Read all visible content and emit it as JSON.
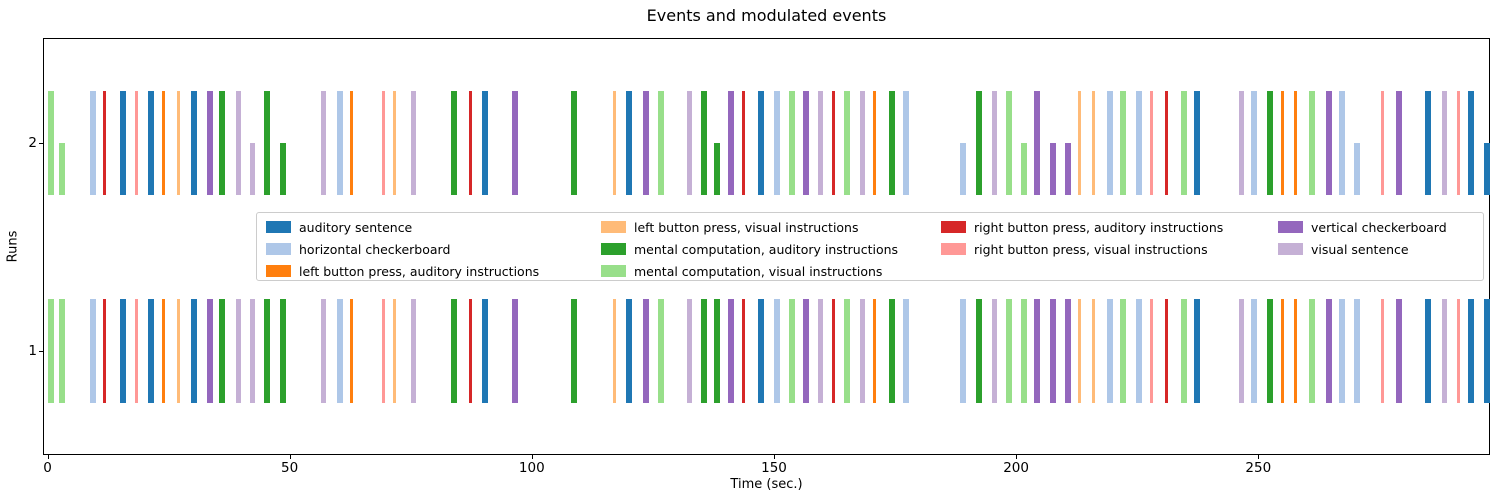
{
  "figure": {
    "title": "Events and modulated events",
    "xlabel": "Time (sec.)",
    "ylabel": "Runs",
    "xticklabels": [
      "0",
      "50",
      "100",
      "150",
      "200",
      "250"
    ],
    "yticklabels_top_to_bottom": [
      "2",
      "1"
    ]
  },
  "legend": {
    "items": [
      {
        "label": "auditory sentence",
        "color": "#1f77b4"
      },
      {
        "label": "horizontal checkerboard",
        "color": "#aec7e8"
      },
      {
        "label": "left button press, auditory instructions",
        "color": "#ff7f0e"
      },
      {
        "label": "left button press, visual instructions",
        "color": "#ffbb78"
      },
      {
        "label": "mental computation, auditory instructions",
        "color": "#2ca02c"
      },
      {
        "label": "mental computation, visual instructions",
        "color": "#98df8a"
      },
      {
        "label": "right button press, auditory instructions",
        "color": "#d62728"
      },
      {
        "label": "right button press, visual instructions",
        "color": "#ff9896"
      },
      {
        "label": "vertical checkerboard",
        "color": "#9467bd"
      },
      {
        "label": "visual sentence",
        "color": "#c5b0d5"
      }
    ]
  },
  "chart_data": {
    "type": "bar",
    "subtype": "event-timeline",
    "title": "Events and modulated events",
    "xlabel": "Time (sec.)",
    "ylabel": "Runs",
    "xticks": [
      0,
      50,
      100,
      150,
      200,
      250
    ],
    "xlim": [
      -1,
      298
    ],
    "runs_bottom_to_top": [
      "1",
      "2"
    ],
    "conditions": [
      "auditory sentence",
      "horizontal checkerboard",
      "left button press, auditory instructions",
      "left button press, visual instructions",
      "mental computation, auditory instructions",
      "mental computation, visual instructions",
      "right button press, auditory instructions",
      "right button press, visual instructions",
      "vertical checkerboard",
      "visual sentence"
    ],
    "condition_colors": [
      "#1f77b4",
      "#aec7e8",
      "#ff7f0e",
      "#ffbb78",
      "#2ca02c",
      "#98df8a",
      "#d62728",
      "#ff9896",
      "#9467bd",
      "#c5b0d5"
    ],
    "condition_duration_sec": [
      1,
      1,
      0,
      0,
      1,
      1,
      0,
      0,
      1,
      1
    ],
    "events_onset_condidx": [
      [
        0.0,
        5
      ],
      [
        2.4,
        5
      ],
      [
        8.7,
        1
      ],
      [
        11.4,
        6
      ],
      [
        15.0,
        0
      ],
      [
        18.0,
        7
      ],
      [
        20.7,
        0
      ],
      [
        23.7,
        2
      ],
      [
        26.7,
        3
      ],
      [
        29.7,
        0
      ],
      [
        33.0,
        8
      ],
      [
        35.4,
        4
      ],
      [
        39.0,
        9
      ],
      [
        41.7,
        9
      ],
      [
        44.7,
        4
      ],
      [
        48.0,
        4
      ],
      [
        56.4,
        9
      ],
      [
        59.7,
        1
      ],
      [
        62.4,
        2
      ],
      [
        69.0,
        7
      ],
      [
        71.4,
        3
      ],
      [
        75.0,
        9
      ],
      [
        83.4,
        4
      ],
      [
        87.0,
        6
      ],
      [
        89.7,
        0
      ],
      [
        96.0,
        8
      ],
      [
        108.0,
        4
      ],
      [
        116.7,
        3
      ],
      [
        119.4,
        0
      ],
      [
        123.0,
        8
      ],
      [
        126.0,
        5
      ],
      [
        132.0,
        9
      ],
      [
        135.0,
        4
      ],
      [
        137.7,
        4
      ],
      [
        140.4,
        8
      ],
      [
        143.4,
        6
      ],
      [
        146.7,
        0
      ],
      [
        150.0,
        1
      ],
      [
        153.0,
        5
      ],
      [
        156.0,
        8
      ],
      [
        159.0,
        9
      ],
      [
        162.0,
        6
      ],
      [
        164.4,
        5
      ],
      [
        167.7,
        9
      ],
      [
        170.4,
        2
      ],
      [
        173.7,
        4
      ],
      [
        176.7,
        1
      ],
      [
        188.4,
        1
      ],
      [
        191.7,
        4
      ],
      [
        195.0,
        9
      ],
      [
        198.0,
        5
      ],
      [
        201.0,
        5
      ],
      [
        203.7,
        8
      ],
      [
        207.0,
        8
      ],
      [
        210.0,
        8
      ],
      [
        212.7,
        3
      ],
      [
        215.7,
        3
      ],
      [
        218.7,
        1
      ],
      [
        221.4,
        5
      ],
      [
        224.7,
        1
      ],
      [
        227.7,
        7
      ],
      [
        230.7,
        6
      ],
      [
        234.0,
        5
      ],
      [
        236.7,
        0
      ],
      [
        246.0,
        9
      ],
      [
        248.4,
        1
      ],
      [
        251.7,
        4
      ],
      [
        254.7,
        2
      ],
      [
        257.4,
        2
      ],
      [
        260.4,
        5
      ],
      [
        264.0,
        8
      ],
      [
        266.7,
        1
      ],
      [
        269.7,
        1
      ],
      [
        275.4,
        7
      ],
      [
        278.4,
        8
      ],
      [
        284.4,
        0
      ],
      [
        288.0,
        9
      ],
      [
        291.0,
        7
      ],
      [
        293.4,
        0
      ],
      [
        296.7,
        0
      ]
    ],
    "run1_modulation": "all 1.0",
    "run2_modulation_half_onsets": [
      2.4,
      41.7,
      48.0,
      137.7,
      188.4,
      201.0,
      207.0,
      210.0,
      269.7,
      296.7
    ]
  }
}
